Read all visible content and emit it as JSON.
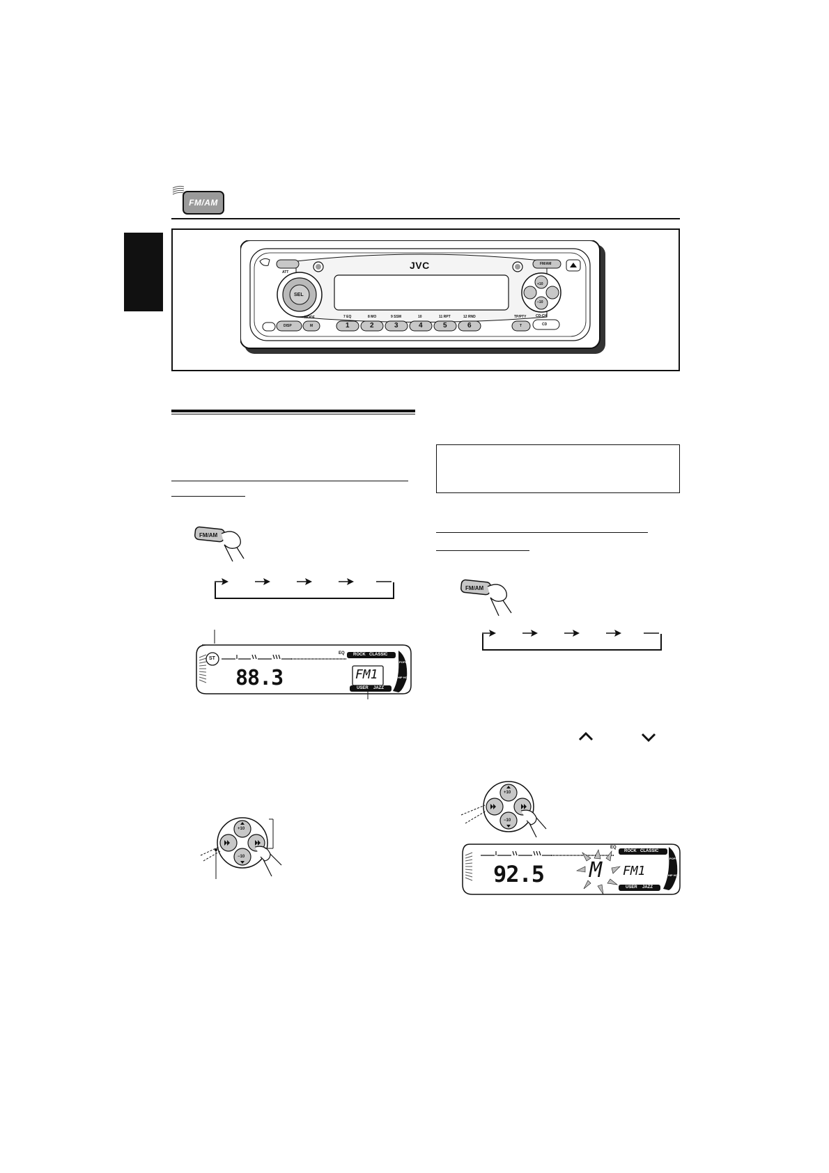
{
  "header": {
    "badge_label": "FM/AM"
  },
  "head_unit": {
    "brand": "JVC",
    "labels": {
      "att": "ATT",
      "fm_am": "FM/AM",
      "sel": "SEL",
      "mode": "MODE",
      "m": "M",
      "dsp": "DISP",
      "tp_pty": "TP/PTY",
      "t": "T",
      "cd": "CD",
      "cd_ch": "CD-CH",
      "plus10": "+10",
      "minus10": "−10",
      "preset_tags": [
        "7  EQ",
        "8  MO",
        "9  SSM",
        "10",
        "11  RPT",
        "12  RND"
      ],
      "presets": [
        "1",
        "2",
        "3",
        "4",
        "5",
        "6"
      ]
    }
  },
  "display_left": {
    "indicator_st": "ST",
    "frequency": "88.3",
    "band": "FM1",
    "eq_labels": [
      "EQ",
      "ROCK",
      "CLASSIC",
      "USER",
      "JAZZ",
      "POPS",
      "HIP HOP"
    ]
  },
  "display_right": {
    "frequency": "92.5",
    "memory": "M",
    "band": "FM1",
    "eq_labels": [
      "EQ",
      "ROCK",
      "CLASSIC",
      "USER",
      "JAZZ",
      "POPS",
      "HIP HOP"
    ]
  },
  "button_labels": {
    "fm_am_left": "FM/AM",
    "fm_am_right": "FM/AM",
    "plus10": "+10",
    "minus10": "−10"
  },
  "colors": {
    "ink": "#111111",
    "button_gray": "#c7c7c7",
    "badge_gray": "#9a9a9a"
  }
}
